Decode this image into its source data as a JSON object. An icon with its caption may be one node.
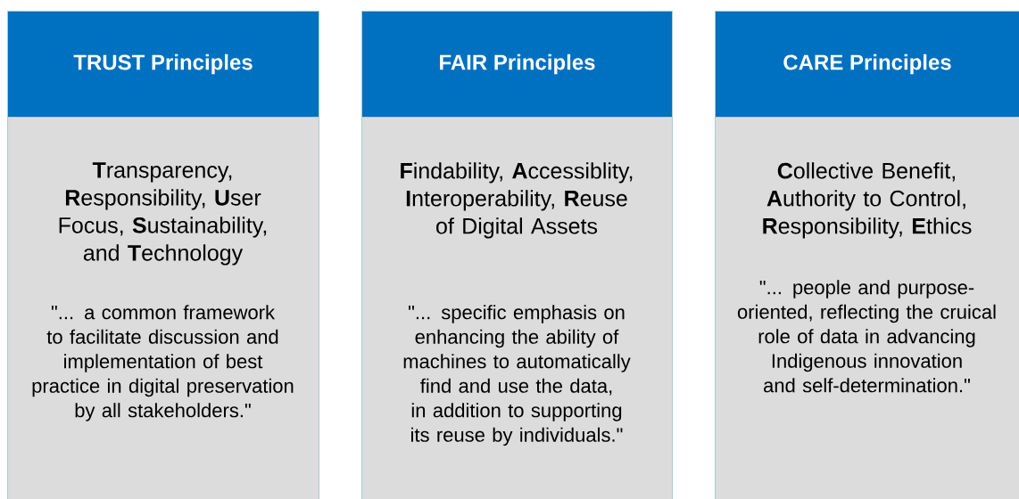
{
  "diagram": {
    "nodes": [
      {
        "text": [
          "TRUST Principles"
        ]
      },
      {
        "text": [
          "**T**ransparency, **R**esponsibility, **U**ser Focus, **S**ustainability, and **T**echnology",
          "\"... a common framework to facilitate discussion and implementation of best practice in digital preservation by all stakeholders.\""
        ]
      },
      {
        "text": [
          "FAIR Principles"
        ]
      },
      {
        "text": [
          "**F**indability, **A**ccessiblity, **I**nteroperability, **R**euse of Digital Assets",
          "\"... specific emphasis on enhancing the ability of machines to automatically find and use the data, in addition to supporting its reuse by individuals.\""
        ]
      },
      {
        "text": [
          "CARE Principles"
        ]
      },
      {
        "text": [
          "**C**ollective Benefit, **A**uthority to Control, **R**esponsibility, **E**thics",
          "\"... people and purpose-oriented, reflecting the cruical role of data in advancing Indigenous innovation and self-determination.\""
        ]
      }
    ]
  }
}
